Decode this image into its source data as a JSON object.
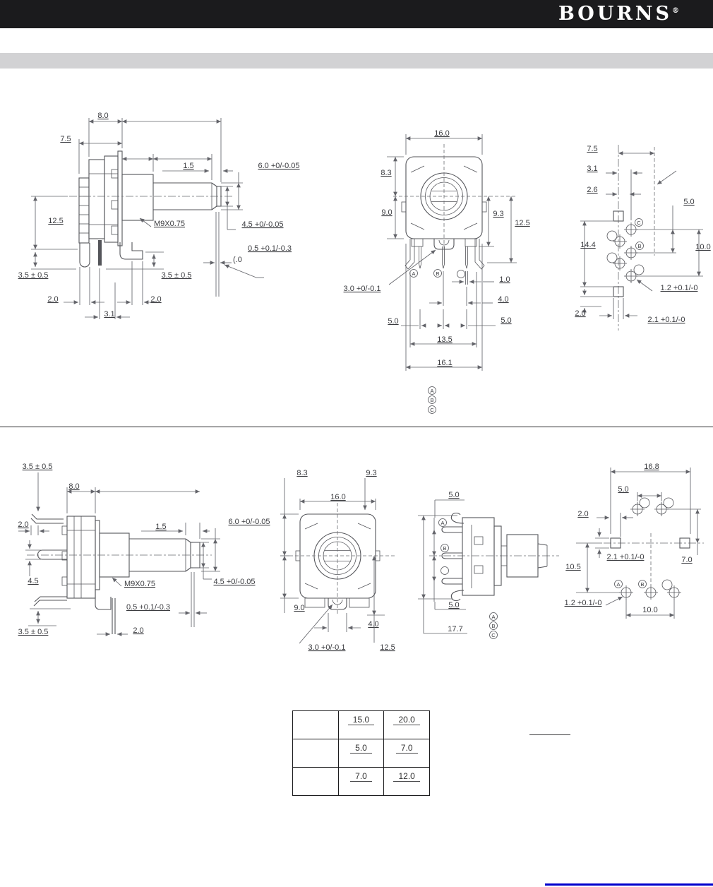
{
  "header": {
    "brand": "BOURNS",
    "reg": "®"
  },
  "terminals": {
    "a": "A",
    "b": "B",
    "c": "C"
  },
  "fig1": {
    "d80": "8.0",
    "d75": "7.5",
    "d15": "1.5",
    "d60": "6.0 +0/-0.05",
    "d125": "12.5",
    "thread": "M9X0.75",
    "d45": "4.5 +0/-0.05",
    "d05": "0.5 +0.1/-0.3",
    "dp0": "(.0",
    "d35L": "3.5 ± 0.5",
    "d35R": "3.5 ± 0.5",
    "d20L": "2.0",
    "d20R": "2.0",
    "d31": "3.1"
  },
  "fig2": {
    "d160": "16.0",
    "d83": "8.3",
    "d90": "9.0",
    "d93": "9.3",
    "d125": "12.5",
    "d30": "3.0 +0/-0.1",
    "d10": "1.0",
    "d40": "4.0",
    "d50L": "5.0",
    "d50R": "5.0",
    "d135": "13.5",
    "d161": "16.1"
  },
  "fig3": {
    "d75": "7.5",
    "d31": "3.1",
    "d26": "2.6",
    "d50": "5.0",
    "d144": "14.4",
    "d100": "10.0",
    "d12": "1.2 +0.1/-0",
    "d20": "2.0",
    "d21": "2.1 +0.1/-0"
  },
  "fig4": {
    "d35T": "3.5 ± 0.5",
    "d80": "8.0",
    "d20T": "2.0",
    "d15": "1.5",
    "d60": "6.0 +0/-0.05",
    "d45s": "4.5",
    "thread": "M9X0.75",
    "d45": "4.5 +0/-0.05",
    "d05": "0.5 +0.1/-0.3",
    "d20B": "2.0",
    "d35B": "3.5 ± 0.5"
  },
  "fig5": {
    "d83": "8.3",
    "d93": "9.3",
    "d160": "16.0",
    "d90": "9.0",
    "d40": "4.0",
    "d30": "3.0 +0/-0.1",
    "d125": "12.5"
  },
  "fig6": {
    "d50T": "5.0",
    "d50B": "5.0",
    "d177": "17.7"
  },
  "fig7": {
    "d168": "16.8",
    "d50": "5.0",
    "d20": "2.0",
    "d21": "2.1 +0.1/-0",
    "d70": "7.0",
    "d105": "10.5",
    "d12": "1.2 +0.1/-0",
    "d100": "10.0"
  },
  "table": {
    "rows": [
      [
        "",
        "15.0",
        "20.0"
      ],
      [
        "",
        "5.0",
        "7.0"
      ],
      [
        "",
        "7.0",
        "12.0"
      ]
    ]
  }
}
